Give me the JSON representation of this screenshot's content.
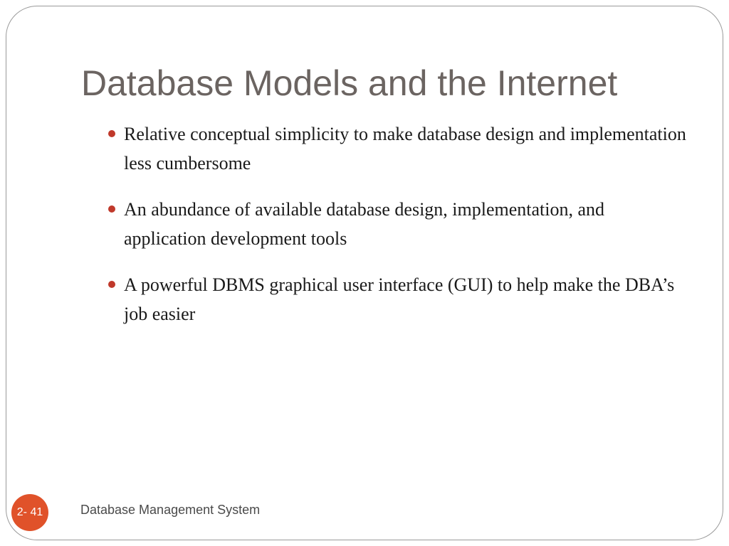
{
  "slide": {
    "title": "Database Models and the Internet",
    "bullets": [
      {
        "text": "Relative conceptual simplicity to make database design and implementation less cumbersome"
      },
      {
        "text": "An abundance of available database design, implementation, and application development tools"
      },
      {
        "text": "A powerful DBMS graphical user interface (GUI) to help make the DBA’s job easier"
      }
    ],
    "footer": "Database Management System",
    "slide_number": "2- 41"
  },
  "colors": {
    "accent": "#e0522a",
    "bullet": "#c0392b",
    "title": "#6b6461"
  }
}
